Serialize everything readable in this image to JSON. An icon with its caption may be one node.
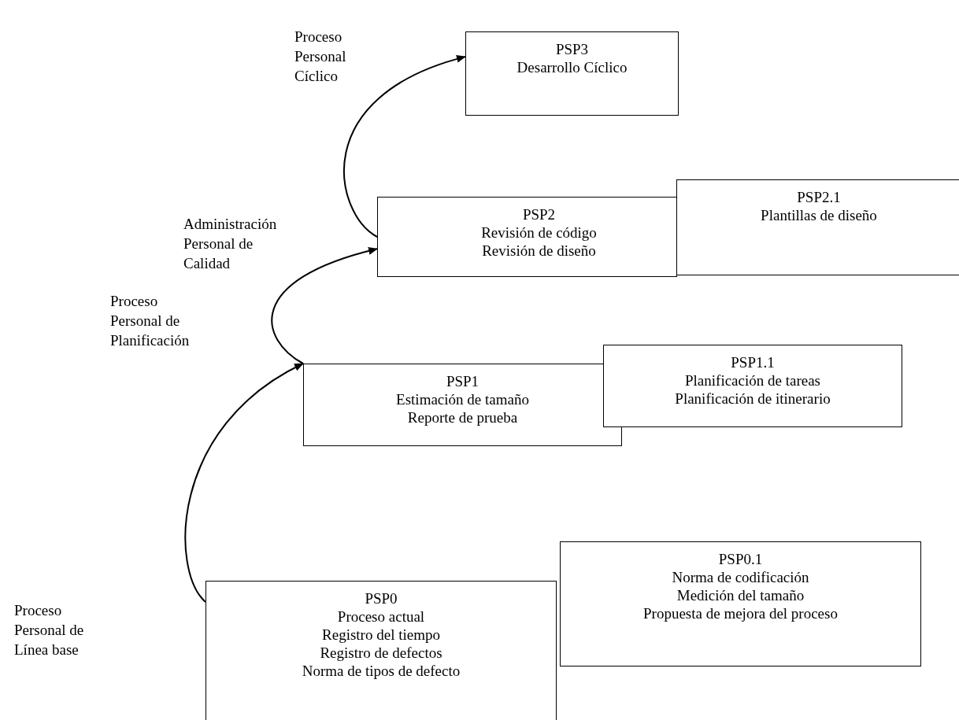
{
  "diagram": {
    "nodes": [
      {
        "text": [
          "PSP3",
          "Desarrollo Cíclico"
        ]
      },
      {
        "text": [
          "PSP2",
          "Revisión de código",
          "Revisión de diseño"
        ]
      },
      {
        "text": [
          "PSP2.1",
          "Plantillas de diseño"
        ]
      },
      {
        "text": [
          "PSP1",
          "Estimación de tamaño",
          "Reporte de prueba"
        ]
      },
      {
        "text": [
          "PSP1.1",
          "Planificación de tareas",
          "Planificación de itinerario"
        ]
      },
      {
        "text": [
          "PSP0",
          "Proceso actual",
          "Registro del tiempo",
          "Registro de defectos",
          "Norma de tipos de defecto"
        ]
      },
      {
        "text": [
          "PSP0.1",
          "Norma de codificación",
          "Medición del tamaño",
          "Propuesta de mejora del proceso"
        ]
      }
    ],
    "edges": [
      {
        "from": 5,
        "to": 3,
        "arrow": "to"
      },
      {
        "from": 3,
        "to": 1,
        "arrow": "to"
      },
      {
        "from": 1,
        "to": 0,
        "arrow": "to"
      }
    ],
    "labels": [
      "Proceso Personal Cíclico",
      "Administración Personal de Calidad",
      "Proceso Personal de Planificación",
      "Proceso Personal de Línea base"
    ]
  }
}
